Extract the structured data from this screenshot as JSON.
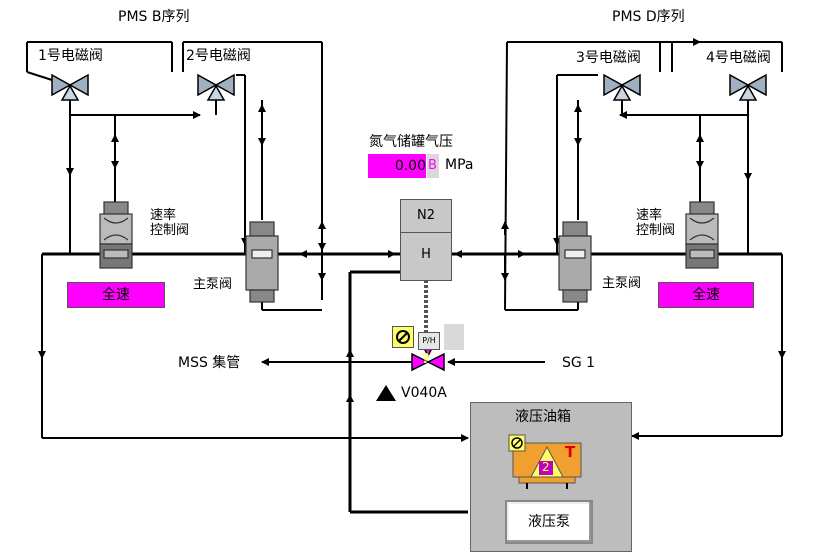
{
  "groups": {
    "pms_b": "PMS B序列",
    "pms_d": "PMS D序列"
  },
  "valves": {
    "v1": "1号电磁阀",
    "v2": "2号电磁阀",
    "v3": "3号电磁阀",
    "v4": "4号电磁阀"
  },
  "rate_valve_label": "速率\n控制阀",
  "main_pump_label": "主泵阀",
  "left_mode": "全速",
  "right_mode": "全速",
  "nitrogen": {
    "title": "氮气储罐气压",
    "value": "0.00",
    "quality_flag": "B",
    "unit": "MPa",
    "n2_label": "N2",
    "h_label": "H"
  },
  "mss_label": "MSS 集管",
  "sg_label": "SG 1",
  "valve_tag": "V040A",
  "ph_label": "P/H",
  "unknown_mark": "?",
  "tank": {
    "title": "液压油箱",
    "temp_label": "T",
    "level_label": "2",
    "pump_button": "液压泵"
  },
  "colors": {
    "magenta": "#ff00ff",
    "yellow": "#ffff66",
    "orange": "#f0a030",
    "red": "#e00000",
    "gray": "#bdbdbd"
  }
}
